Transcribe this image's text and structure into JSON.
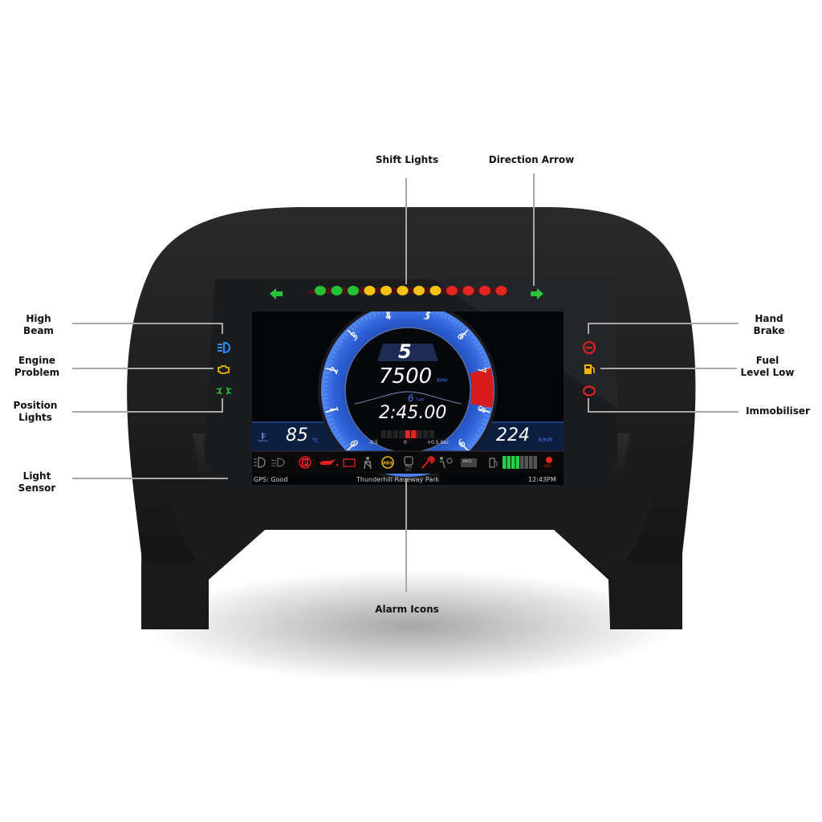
{
  "callouts": {
    "shift_lights": "Shift Lights",
    "direction_arrow": "Direction Arrow",
    "high_beam_1": "High",
    "high_beam_2": "Beam",
    "engine_problem_1": "Engine",
    "engine_problem_2": "Problem",
    "position_lights_1": "Position",
    "position_lights_2": "Lights",
    "light_sensor_1": "Light",
    "light_sensor_2": "Sensor",
    "hand_brake_1": "Hand",
    "hand_brake_2": "Brake",
    "fuel_level_low_1": "Fuel",
    "fuel_level_low_2": "Level Low",
    "immobiliser": "Immobiliser",
    "alarm_icons": "Alarm Icons"
  },
  "dash": {
    "gear": "5",
    "rpm": "7500",
    "rpm_unit": "RPM",
    "lap_number": "6",
    "lap_label": "Lap",
    "lap_time": "2:45.00",
    "coolant_temp": "85",
    "temp_unit": "°C",
    "speed": "224",
    "speed_unit": "km/h",
    "delta_min": "-0.5",
    "delta_zero": "0",
    "delta_max": "+0.5 Sec",
    "gps_status": "GPS: Good",
    "track_name": "Thunderhill Raceway Park",
    "clock": "12:43PM",
    "race_badge": "RACE",
    "rec_label": "REC",
    "tach_labels": [
      "0",
      "1",
      "2",
      "3",
      "4",
      "5",
      "6",
      "7",
      "8",
      "9"
    ]
  },
  "colors": {
    "tach_blue": "#2f5fd8",
    "redline": "#d81b1b",
    "shift_green": "#22c232",
    "shift_yellow": "#f2c314",
    "shift_red": "#e5251f",
    "accent_blue": "#3a7bff",
    "warn_amber": "#f0b400",
    "warn_red": "#e02020",
    "ok_green": "#22d04a"
  },
  "shift_light_colors": [
    "green",
    "green",
    "green",
    "yellow",
    "yellow",
    "yellow",
    "yellow",
    "yellow",
    "red",
    "red",
    "red",
    "red"
  ],
  "fuel_bar_level_fraction": 0.5
}
